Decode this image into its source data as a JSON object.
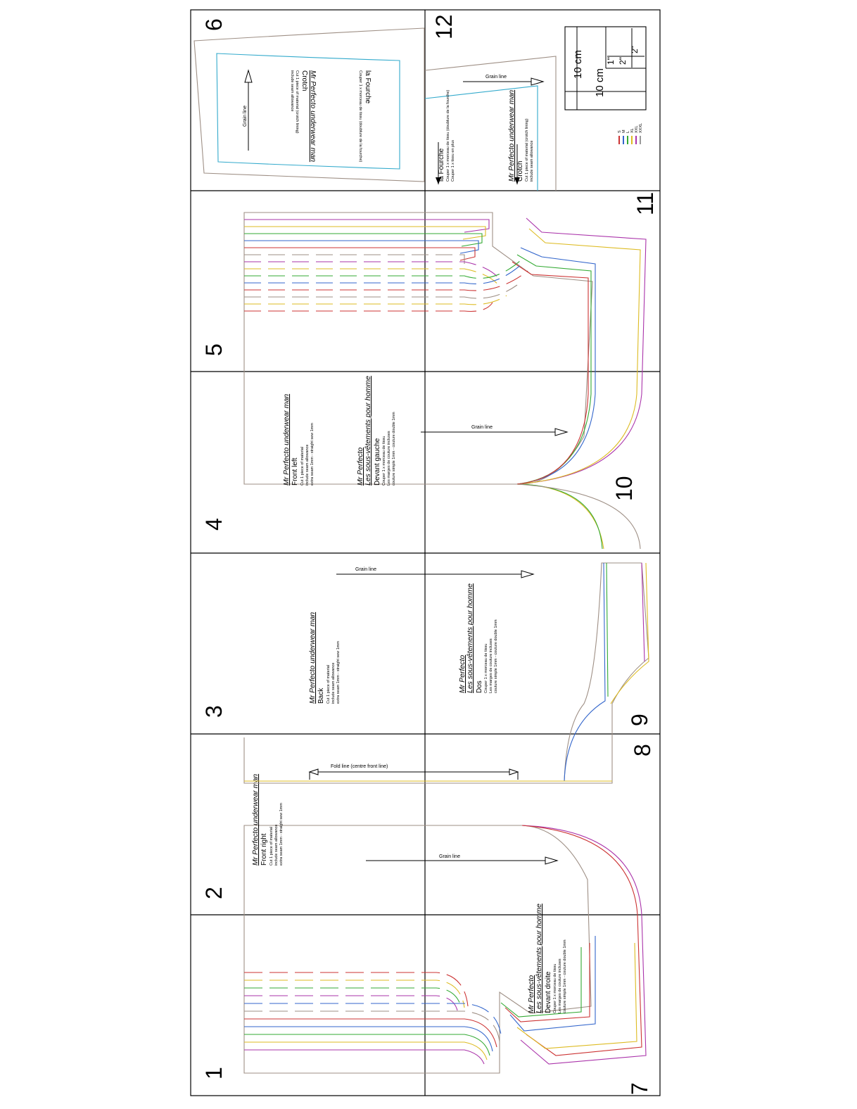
{
  "page_numbers": [
    "1",
    "2",
    "3",
    "4",
    "5",
    "6",
    "7",
    "8",
    "9",
    "10",
    "11",
    "12"
  ],
  "grain_label": "Grain line",
  "fold_label": "Fold line (centre front line)",
  "front_right": {
    "title": "Mr Perfecto underwear man",
    "piece": "Front right",
    "note1": "Cut 1 piece of material",
    "note2": "include seam allowance",
    "note3": "extra seam 1mm - straight sew 1mm"
  },
  "back": {
    "title": "Mr Perfecto underwear man",
    "piece": "Back",
    "note1": "Cut 1 piece of material",
    "note2": "include seam allowance",
    "note3": "extra seam 1mm - straight sew 1mm",
    "fr_title": "Mr Perfecto",
    "fr_brand": "Les sous-vêtements pour homme",
    "fr_piece": "Dos",
    "fr_note1": "Couper 1 x morceau de tissu",
    "fr_note2": "Les marges de couture incluses",
    "fr_note3": "couture simple 1mm - couture double 1mm"
  },
  "front_left": {
    "title": "Mr Perfecto underwear man",
    "piece": "Front left",
    "note1": "Cut 1 piece of material",
    "note2": "include seam allowance",
    "note3": "extra seam 1mm - straight sew 1mm",
    "fr_title": "Mr Perfecto",
    "fr_brand": "Les sous-vêtements pour homme",
    "fr_piece": "Devant gauche",
    "fr_note1": "Couper 1 x morceau de tissu",
    "fr_note2": "Les marges de couture incluses",
    "fr_note3": "couture simple 1mm - couture double 1mm"
  },
  "front_right_fr": {
    "title": "Mr Perfecto",
    "brand": "Les sous-vêtements pour homme",
    "piece": "Devant droite",
    "note1": "Couper 1 x morceau de tissu",
    "note2": "Les marges de couture incluses",
    "note3": "couture simple 1mm - couture double 1mm"
  },
  "crotch_top": {
    "fr_title": "la Fourche",
    "fr_note": "Couper 1 x morceau de tissu (doublure de la fourche)",
    "title": "Mr Perfecto underwear man",
    "piece": "Crotch",
    "note1": "Cut 1 piece of material (crotch lining)",
    "note2": "include seam allowance"
  },
  "crotch_12": {
    "fr_title": "la Fourche",
    "fr_note1": "Couper 1 x morceau de tissu (doublure de la fourche)",
    "fr_note2": "Couper 1 x tissu en plus",
    "title": "Mr Perfecto underwear man",
    "piece": "Crotch",
    "note1": "Cut 1 piece of material (crotch lining)",
    "note2": "include seam allowance"
  },
  "scale": {
    "cm_h": "10 cm",
    "cm_v": "10 cm",
    "in_h": "2\"",
    "in_v": "2\"",
    "in_small": "1\""
  },
  "sizes": [
    "S",
    "M",
    "L",
    "XL",
    "XXL",
    "XXXL"
  ],
  "size_colors": [
    "#cc3333",
    "#3366cc",
    "#33aa33",
    "#ddbb22",
    "#aa33aa",
    "#999999"
  ]
}
